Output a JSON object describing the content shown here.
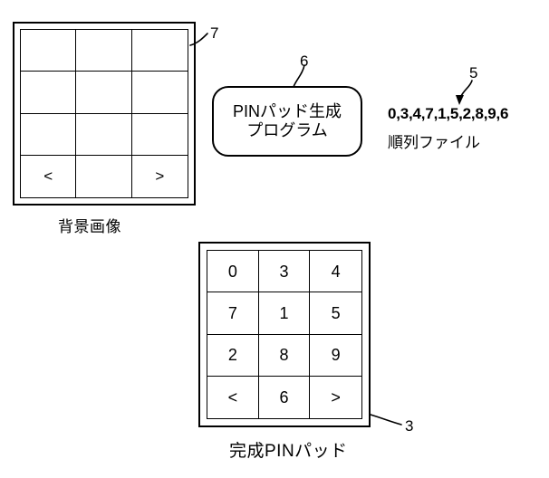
{
  "figure": {
    "title": "PIN pad generation patent figure",
    "background_color": "#ffffff",
    "line_color": "#000000"
  },
  "background_image": {
    "reference_number": "7",
    "caption": "背景画像",
    "grid": {
      "columns": 3,
      "rows": 4,
      "cells": [
        "",
        "",
        "",
        "",
        "",
        "",
        "",
        "",
        "",
        "<",
        "",
        ">"
      ]
    }
  },
  "program": {
    "reference_number": "6",
    "line1": "PINパッド生成",
    "line2": "プログラム"
  },
  "sequence_file": {
    "reference_number": "5",
    "value": "0,3,4,7,1,5,2,8,9,6",
    "label": "順列ファイル"
  },
  "pin_pad": {
    "reference_number": "3",
    "caption": "完成PINパッド",
    "grid": {
      "columns": 3,
      "rows": 4,
      "cells": [
        "0",
        "3",
        "4",
        "7",
        "1",
        "5",
        "2",
        "8",
        "9",
        "<",
        "6",
        ">"
      ]
    }
  }
}
